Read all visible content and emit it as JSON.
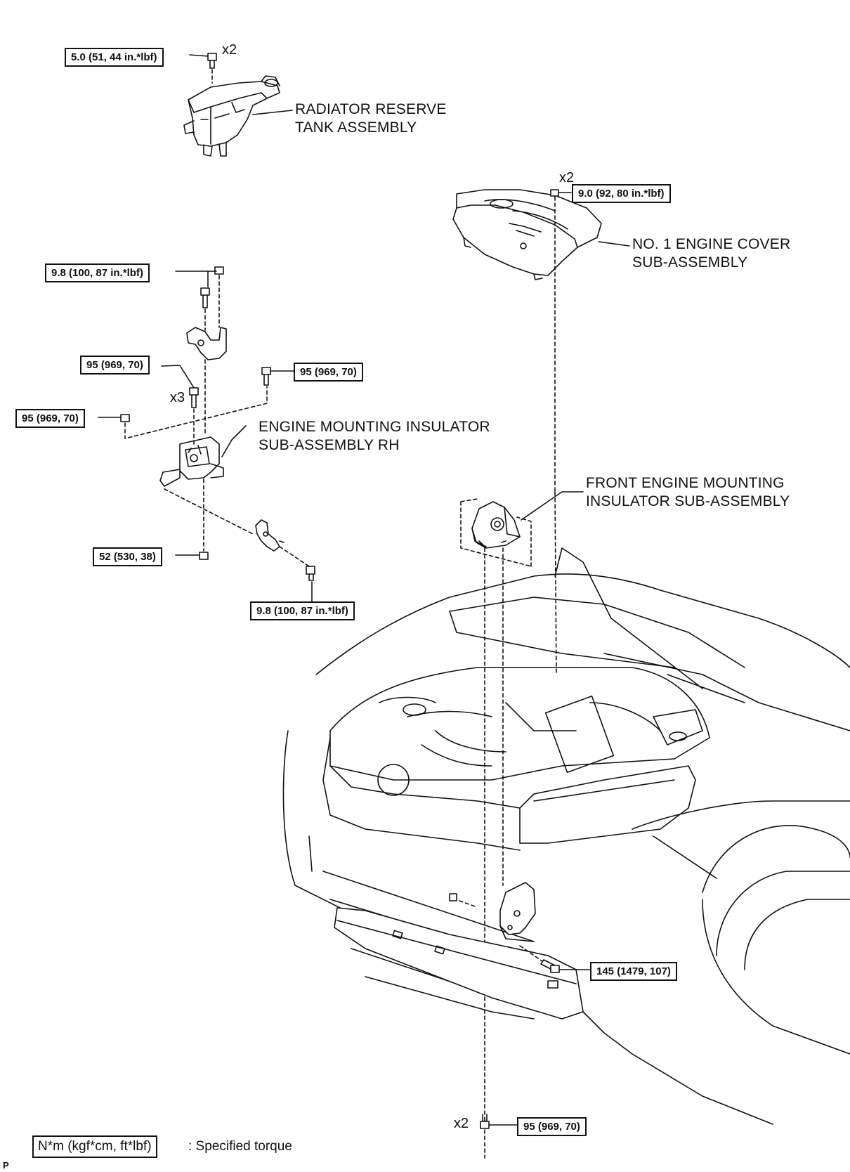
{
  "parts": {
    "reserve_tank": "RADIATOR RESERVE\nTANK ASSEMBLY",
    "engine_cover": "NO. 1 ENGINE COVER\nSUB-ASSEMBLY",
    "insulator_rh": "ENGINE MOUNTING INSULATOR\nSUB-ASSEMBLY RH",
    "front_insulator": "FRONT ENGINE MOUNTING\nINSULATOR SUB-ASSEMBLY"
  },
  "torques": {
    "tank_bolt": "5.0 (51, 44 in.*lbf)",
    "cover_nut": "9.0 (92, 80 in.*lbf)",
    "bracket_upper": "9.8 (100, 87 in.*lbf)",
    "rh_bolt_left": "95 (969, 70)",
    "rh_bolt_right": "95 (969, 70)",
    "rh_nut": "95 (969, 70)",
    "lower_nut": "52 (530, 38)",
    "bracket_lower": "9.8 (100, 87 in.*lbf)",
    "front_bolt": "145 (1479, 107)",
    "bottom_bolt": "95 (969, 70)"
  },
  "quantities": {
    "tank": "x2",
    "cover": "x2",
    "rh_bolts": "x3",
    "bottom": "x2"
  },
  "legend": {
    "box": "N*m (kgf*cm, ft*lbf)",
    "text": ": Specified torque"
  },
  "corner_code": "P"
}
